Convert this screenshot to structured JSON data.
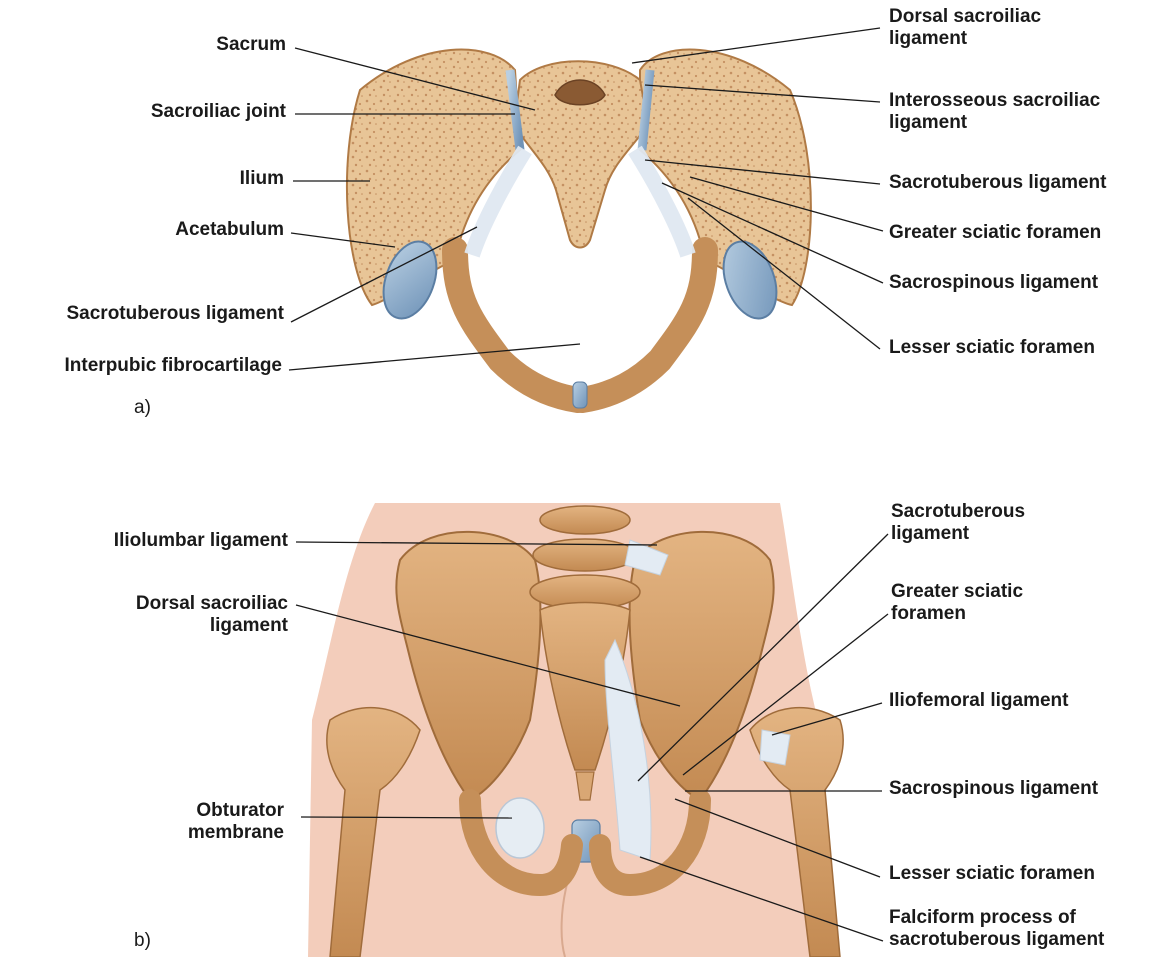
{
  "panel_a": {
    "letter": "a)",
    "labels": {
      "sacrum": "Sacrum",
      "sacroiliac_joint": "Sacroiliac joint",
      "ilium": "Ilium",
      "acetabulum": "Acetabulum",
      "sacrotuberous_ligament_left": "Sacrotuberous ligament",
      "interpubic_fibrocartilage": "Interpubic fibrocartilage",
      "dorsal_sacroiliac_ligament": "Dorsal sacroiliac\nligament",
      "interosseous_sacroiliac_ligament": "Interosseous sacroiliac\nligament",
      "sacrotuberous_ligament_right": "Sacrotuberous ligament",
      "greater_sciatic_foramen": "Greater sciatic foramen",
      "sacrospinous_ligament": "Sacrospinous ligament",
      "lesser_sciatic_foramen": "Lesser sciatic foramen"
    }
  },
  "panel_b": {
    "letter": "b)",
    "labels": {
      "iliolumbar_ligament": "Iliolumbar ligament",
      "dorsal_sacroiliac_ligament": "Dorsal sacroiliac\nligament",
      "obturator_membrane": "Obturator\nmembrane",
      "sacrotuberous_ligament": "Sacrotuberous\nligament",
      "greater_sciatic_foramen": "Greater sciatic\nforamen",
      "iliofemoral_ligament": "Iliofemoral ligament",
      "sacrospinous_ligament": "Sacrospinous ligament",
      "lesser_sciatic_foramen": "Lesser sciatic foramen",
      "falciform_process": "Falciform process of\nsacrotuberous ligament"
    }
  },
  "colors": {
    "bone": "#d9a774",
    "bone_dark": "#b07a45",
    "bone_light": "#f0d2a8",
    "cartilage": "#8fb0cf",
    "ligament": "#dde7f0",
    "skin": "#f3cdbb",
    "leader_line": "#1a1a1a"
  }
}
